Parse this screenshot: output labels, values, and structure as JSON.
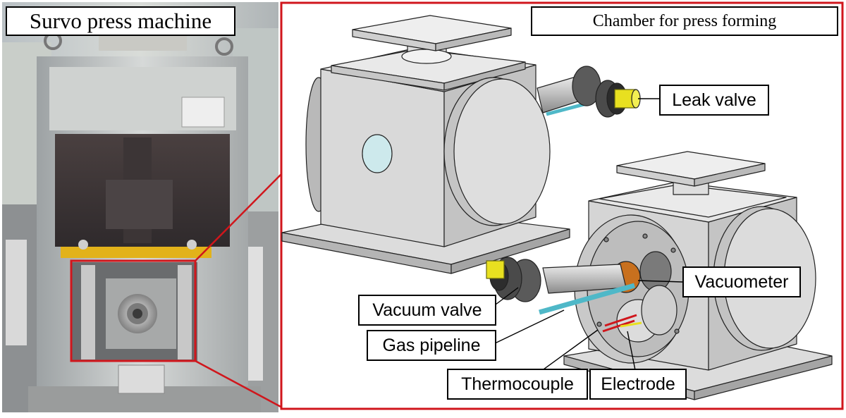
{
  "photo": {
    "title": "Survo press machine"
  },
  "diagram": {
    "title": "Chamber for press forming",
    "labels": {
      "leak_valve": "Leak valve",
      "vacuometer": "Vacuometer",
      "vacuum_valve": "Vacuum valve",
      "gas_pipeline": "Gas pipeline",
      "thermocouple": "Thermocouple",
      "electrode": "Electrode"
    }
  },
  "colors": {
    "highlight": "#d0161c",
    "metal": "#d6d6d6",
    "metal_dark": "#9e9e9e",
    "valve_yellow": "#e8e020",
    "vacuometer_orange": "#c8701e",
    "pipe_cyan": "#4fb8c8",
    "press_yellow": "#e2b21a"
  }
}
